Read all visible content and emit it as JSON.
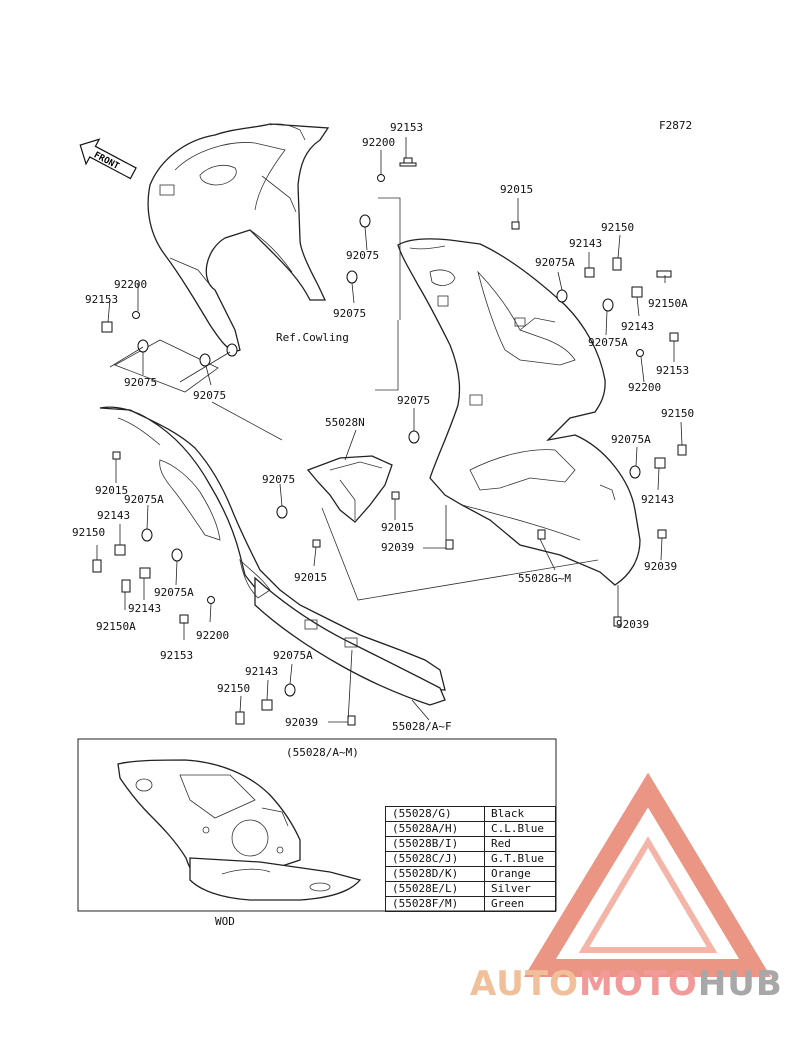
{
  "figure_code": "F2872",
  "front_label": "FRONT",
  "ref_cowling": "Ref.Cowling",
  "part_labels": [
    {
      "id": "l1",
      "text": "92153"
    },
    {
      "id": "l2",
      "text": "92200"
    },
    {
      "id": "l3",
      "text": "92015"
    },
    {
      "id": "l4",
      "text": "92150"
    },
    {
      "id": "l5",
      "text": "92143"
    },
    {
      "id": "l6",
      "text": "92075A"
    },
    {
      "id": "l7",
      "text": "92150A"
    },
    {
      "id": "l8",
      "text": "92143"
    },
    {
      "id": "l9",
      "text": "92075A"
    },
    {
      "id": "l10",
      "text": "92153"
    },
    {
      "id": "l11",
      "text": "92200"
    },
    {
      "id": "l12",
      "text": "92075"
    },
    {
      "id": "l13",
      "text": "92075"
    },
    {
      "id": "l14",
      "text": "92200"
    },
    {
      "id": "l15",
      "text": "92153"
    },
    {
      "id": "l16",
      "text": "92075"
    },
    {
      "id": "l17",
      "text": "92075"
    },
    {
      "id": "l18",
      "text": "92075"
    },
    {
      "id": "l19",
      "text": "55028N"
    },
    {
      "id": "l20",
      "text": "92150"
    },
    {
      "id": "l21",
      "text": "92075A"
    },
    {
      "id": "l22",
      "text": "92143"
    },
    {
      "id": "l23",
      "text": "92015"
    },
    {
      "id": "l24",
      "text": "92075A"
    },
    {
      "id": "l25",
      "text": "92143"
    },
    {
      "id": "l26",
      "text": "92150"
    },
    {
      "id": "l27",
      "text": "92075"
    },
    {
      "id": "l28",
      "text": "92015"
    },
    {
      "id": "l29",
      "text": "92039"
    },
    {
      "id": "l30",
      "text": "55028G~M"
    },
    {
      "id": "l31",
      "text": "92039"
    },
    {
      "id": "l32",
      "text": "92015"
    },
    {
      "id": "l33",
      "text": "92075A"
    },
    {
      "id": "l34",
      "text": "92143"
    },
    {
      "id": "l35",
      "text": "92150A"
    },
    {
      "id": "l36",
      "text": "92200"
    },
    {
      "id": "l37",
      "text": "92153"
    },
    {
      "id": "l38",
      "text": "92039"
    },
    {
      "id": "l39",
      "text": "92075A"
    },
    {
      "id": "l40",
      "text": "92143"
    },
    {
      "id": "l41",
      "text": "92150"
    },
    {
      "id": "l42",
      "text": "92039"
    },
    {
      "id": "l43",
      "text": "55028/A~F"
    }
  ],
  "inset": {
    "caption": "(55028/A~M)",
    "footer": "WOD"
  },
  "color_table": [
    {
      "code": "(55028/G)",
      "color": "Black"
    },
    {
      "code": "(55028A/H)",
      "color": "C.L.Blue"
    },
    {
      "code": "(55028B/I)",
      "color": "Red"
    },
    {
      "code": "(55028C/J)",
      "color": "G.T.Blue"
    },
    {
      "code": "(55028D/K)",
      "color": "Orange"
    },
    {
      "code": "(55028E/L)",
      "color": "Silver"
    },
    {
      "code": "(55028F/M)",
      "color": "Green"
    }
  ],
  "watermark": {
    "part1": "AUTO",
    "part2": "MOTO",
    "part3": "HUB"
  },
  "colors": {
    "logo_triangle": "#e8836f",
    "logo_auto": "#f0c09a",
    "logo_moto": "#f29a9a",
    "logo_hub": "#a8a8a8"
  }
}
